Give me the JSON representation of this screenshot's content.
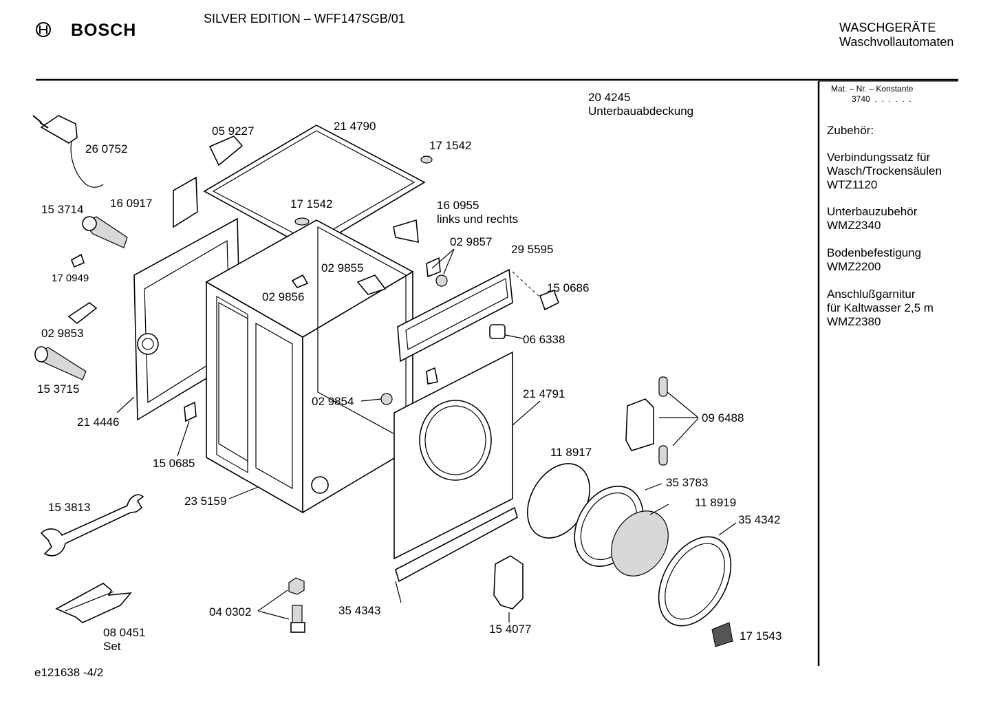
{
  "header": {
    "brand": "BOSCH",
    "model": "SILVER EDITION – WFF147SGB/01",
    "category": "WASCHGERÄTE",
    "subcategory": "Waschvollautomaten"
  },
  "sidebar": {
    "mat_nr_label": "Mat. – Nr. – Konstante",
    "mat_nr_value": "3740  .  .  .  .  .  .",
    "accessories_title": "Zubehör:",
    "items": [
      {
        "line1": "Verbindungssatz für",
        "line2": "Wasch/Trockensäulen",
        "line3": "WTZ1120"
      },
      {
        "line1": "Unterbauzubehör",
        "line2": "WMZ2340"
      },
      {
        "line1": "Bodenbefestigung",
        "line2": "WMZ2200"
      },
      {
        "line1": "Anschlußgarnitur",
        "line2": "für Kaltwasser 2,5 m",
        "line3": "WMZ2380"
      }
    ]
  },
  "parts": {
    "p204245": "20 4245",
    "p204245_desc": "Unterbauabdeckung",
    "p260752": "26 0752",
    "p059227": "05 9227",
    "p214790": "21 4790",
    "p171542a": "17 1542",
    "p171542b": "17 1542",
    "p160917": "16 0917",
    "p153714": "15 3714",
    "p160955": "16 0955",
    "p160955_desc": "links und rechts",
    "p029857": "02 9857",
    "p170949": "17 0949",
    "p029855": "02 9855",
    "p295595": "29 5595",
    "p029856": "02 9856",
    "p150686": "15 0686",
    "p029853": "02 9853",
    "p066338": "06 6338",
    "p153715": "15 3715",
    "p214791": "21 4791",
    "p029854": "02 9854",
    "p214446": "21 4446",
    "p096488": "09 6488",
    "p150685": "15 0685",
    "p118917": "11 8917",
    "p353783": "35 3783",
    "p153813": "15 3813",
    "p235159": "23 5159",
    "p118919": "11 8919",
    "p354342": "35 4342",
    "p040302": "04 0302",
    "p354343": "35 4343",
    "p080451": "08 0451",
    "p080451_desc": "Set",
    "p154077": "15 4077",
    "p171543": "17 1543"
  },
  "footer": {
    "code": "e121638 -4/2"
  }
}
